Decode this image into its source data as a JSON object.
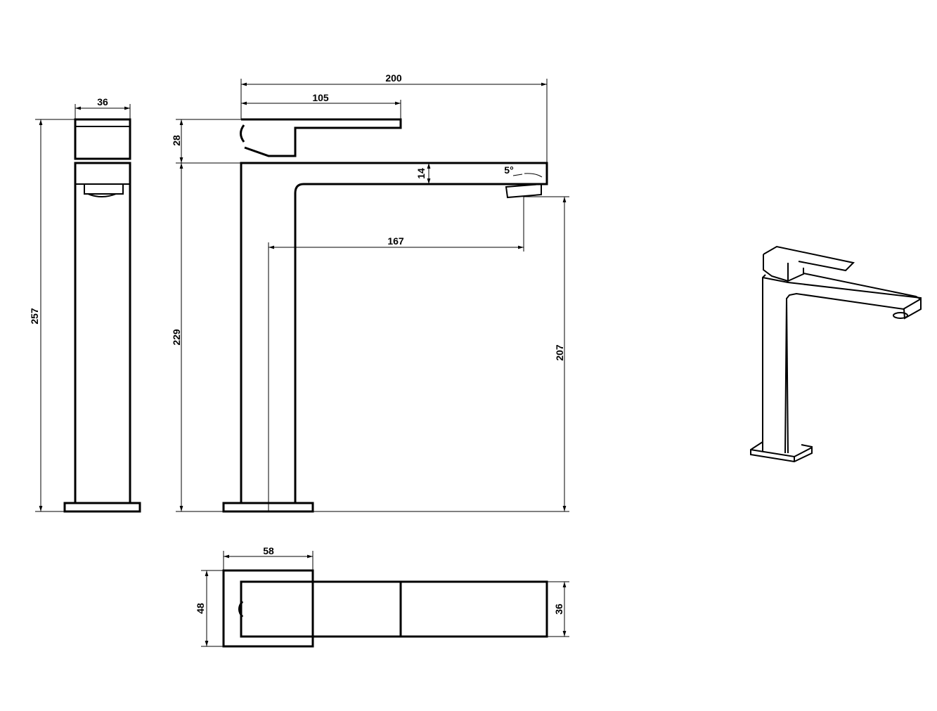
{
  "dimensions": {
    "side_width": "36",
    "side_total_height": "257",
    "handle_height": "28",
    "body_height": "229",
    "overall_length": "200",
    "handle_length": "105",
    "spout_thickness": "14",
    "spout_angle": "5°",
    "spout_reach": "167",
    "outlet_height": "207",
    "top_base_width": "58",
    "top_base_depth": "48",
    "top_spout_width": "36"
  },
  "colors": {
    "line": "#000000",
    "background": "#ffffff"
  }
}
